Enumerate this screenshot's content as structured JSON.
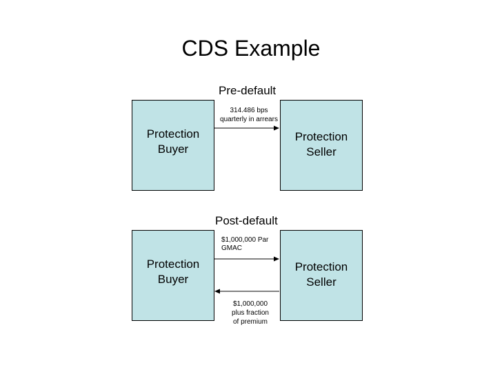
{
  "title": "CDS Example",
  "colors": {
    "box_fill": "#c0e3e6",
    "box_border": "#000000",
    "arrow": "#000000"
  },
  "pre_default": {
    "label": "Pre-default",
    "buyer": {
      "line1": "Protection",
      "line2": "Buyer"
    },
    "seller": {
      "line1": "Protection",
      "line2": "Seller"
    },
    "payment": {
      "line1": "314.486 bps",
      "line2": "quarterly in arrears"
    }
  },
  "post_default": {
    "label": "Post-default",
    "buyer": {
      "line1": "Protection",
      "line2": "Buyer"
    },
    "seller": {
      "line1": "Protection",
      "line2": "Seller"
    },
    "delivery": {
      "line1": "$1,000,000 Par",
      "line2": "GMAC"
    },
    "settlement": {
      "line1": "$1,000,000",
      "line2": "plus fraction",
      "line3": "of premium"
    }
  }
}
